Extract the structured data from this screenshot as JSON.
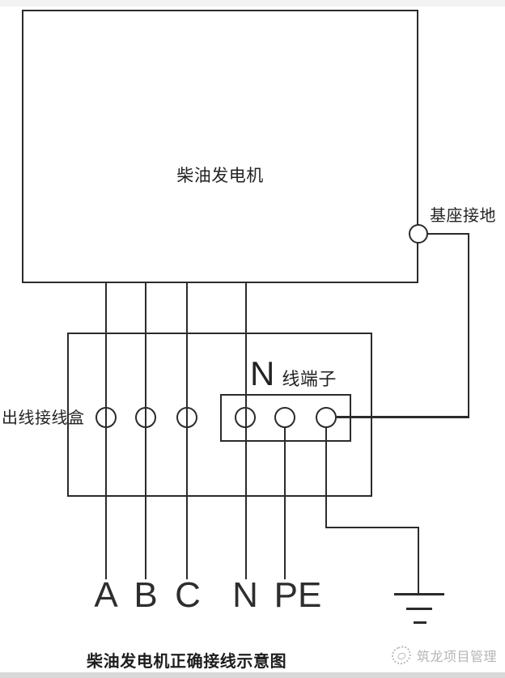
{
  "diagram": {
    "generator": {
      "label": "柴油发电机"
    },
    "base_ground": {
      "label": "基座接地"
    },
    "junction_box": {
      "label": "出线接线盒"
    },
    "n_terminal_block": {
      "letter": "N",
      "label": "线端子"
    },
    "terminal_labels": [
      "A",
      "B",
      "C",
      "N",
      "PE"
    ],
    "caption": "柴油发电机正确接线示意图",
    "watermark": {
      "text": "筑龙项目管理"
    },
    "colors": {
      "line": "#2b2b2b",
      "background": "#ffffff",
      "watermark_gray": "#b5b5b5",
      "top_strip": "#f3f3f3",
      "bottom_strip": "#d9d9d9"
    }
  }
}
